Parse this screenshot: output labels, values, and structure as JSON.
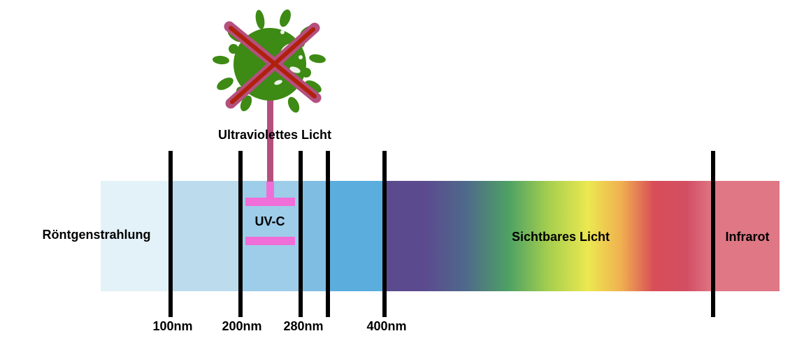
{
  "title": "Ultraviolettes Licht",
  "regions": {
    "xray": "Röntgenstrahlung",
    "uvc": "UV-C",
    "visible": "Sichtbares Licht",
    "infrared": "Infrarot"
  },
  "ticks": [
    "100nm",
    "200nm",
    "280nm",
    "400nm"
  ],
  "colors": {
    "xray_band": "#e3f1f8",
    "uv_band_1": "#bcdcee",
    "uv_band_2": "#9ecde9",
    "uv_band_3": "#7fbde3",
    "uv_band_4": "#5aaddd",
    "violet": "#5c4a8f",
    "infrared_band": "#df7785",
    "lamp_stem": "#b4507e",
    "uvc_bracket": "#f06ed8",
    "germ_green": "#3d8a14",
    "cross": "#b4507e",
    "cross_core": "#b0200c"
  },
  "icons": {
    "germ": "crossed-out-germ-icon"
  }
}
